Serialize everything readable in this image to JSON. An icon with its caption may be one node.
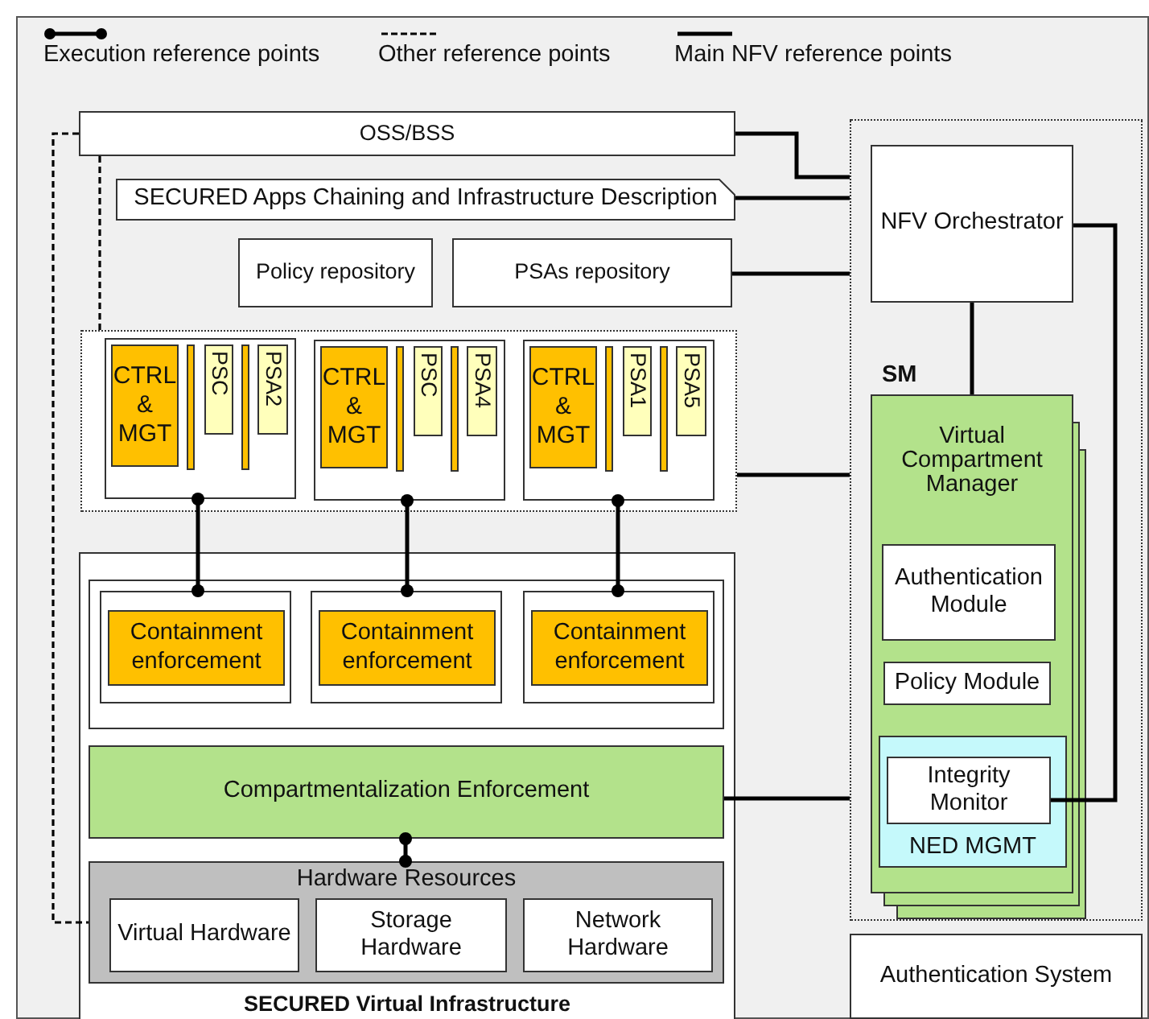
{
  "diagram": {
    "nodes": [
      {
        "text": [
          "OSS/BSS"
        ]
      },
      {
        "text": [
          "SECURED Apps Chaining and Infrastructure Description"
        ]
      },
      {
        "text": [
          "Policy repository"
        ]
      },
      {
        "text": [
          "PSAs repository"
        ]
      },
      {
        "text": [],
        "shape": "box"
      },
      {
        "text": [],
        "shape": "box",
        "in": 4
      },
      {
        "text": [
          "CTRL & MGT"
        ],
        "in": 5
      },
      {
        "text": [],
        "shape": "bar",
        "in": 5
      },
      {
        "text": [
          "PSC"
        ],
        "in": 5
      },
      {
        "text": [],
        "shape": "bar",
        "in": 5
      },
      {
        "text": [
          "PSA2"
        ],
        "in": 5
      },
      {
        "text": [],
        "shape": "box",
        "in": 4
      },
      {
        "text": [
          "CTRL & MGT"
        ],
        "in": 11
      },
      {
        "text": [],
        "shape": "bar",
        "in": 11
      },
      {
        "text": [
          "PSC"
        ],
        "in": 11
      },
      {
        "text": [],
        "shape": "bar",
        "in": 11
      },
      {
        "text": [
          "PSA4"
        ],
        "in": 11
      },
      {
        "text": [],
        "shape": "box",
        "in": 4
      },
      {
        "text": [
          "CTRL & MGT"
        ],
        "in": 17
      },
      {
        "text": [],
        "shape": "bar",
        "in": 17
      },
      {
        "text": [
          "PSA1"
        ],
        "in": 17
      },
      {
        "text": [],
        "shape": "bar",
        "in": 17
      },
      {
        "text": [
          "PSA5"
        ],
        "in": 17
      },
      {
        "text": [
          "SECURED Virtual Infrastructure"
        ]
      },
      {
        "text": [],
        "shape": "box",
        "in": 23
      },
      {
        "text": [],
        "shape": "box",
        "in": 24
      },
      {
        "text": [
          "Containment enforcement"
        ],
        "in": 25
      },
      {
        "text": [],
        "shape": "box",
        "in": 24
      },
      {
        "text": [
          "Containment enforcement"
        ],
        "in": 27
      },
      {
        "text": [],
        "shape": "box",
        "in": 24
      },
      {
        "text": [
          "Containment enforcement"
        ],
        "in": 29
      },
      {
        "text": [
          "Compartmentalization Enforcement"
        ],
        "in": 23
      },
      {
        "text": [
          "Hardware Resources"
        ],
        "in": 23
      },
      {
        "text": [
          "Virtual Hardware"
        ],
        "in": 32
      },
      {
        "text": [
          "Storage Hardware"
        ],
        "in": 32
      },
      {
        "text": [
          "Network Hardware"
        ],
        "in": 32
      },
      {
        "text": [],
        "shape": "box"
      },
      {
        "text": [
          "NFV Orchestrator"
        ],
        "in": 36
      },
      {
        "text": [
          "SM",
          "Virtual Compartment Manager"
        ],
        "in": 36
      },
      {
        "text": [
          "Authentication Module"
        ],
        "in": 38
      },
      {
        "text": [
          "Policy Module"
        ],
        "in": 38
      },
      {
        "text": [
          "NED MGMT"
        ],
        "in": 38
      },
      {
        "text": [
          "Integrity Monitor"
        ],
        "in": 41
      },
      {
        "text": [
          "Authentication System"
        ]
      }
    ],
    "edges": [
      {
        "from": 0,
        "to": 36,
        "arrow": "none"
      },
      {
        "from": 1,
        "to": 36,
        "arrow": "none"
      },
      {
        "from": 3,
        "to": 36,
        "arrow": "none"
      },
      {
        "from": 4,
        "to": 36,
        "arrow": "none"
      },
      {
        "from": 31,
        "to": 36,
        "arrow": "none"
      },
      {
        "from": 37,
        "to": 38,
        "arrow": "none"
      },
      {
        "from": 37,
        "to": 42,
        "arrow": "none"
      },
      {
        "from": 5,
        "to": 25,
        "arrow": "other"
      },
      {
        "from": 11,
        "to": 27,
        "arrow": "other"
      },
      {
        "from": 17,
        "to": 29,
        "arrow": "other"
      },
      {
        "from": 31,
        "to": 32,
        "arrow": "other"
      },
      {
        "from": 0,
        "to": 4,
        "arrow": "none",
        "style": "dashed"
      },
      {
        "from": 0,
        "to": 32,
        "arrow": "none",
        "style": "dashed"
      }
    ],
    "legend": [
      {
        "text": "Execution reference points"
      },
      {
        "text": "Other reference points"
      },
      {
        "text": "Main NFV reference points"
      }
    ]
  }
}
